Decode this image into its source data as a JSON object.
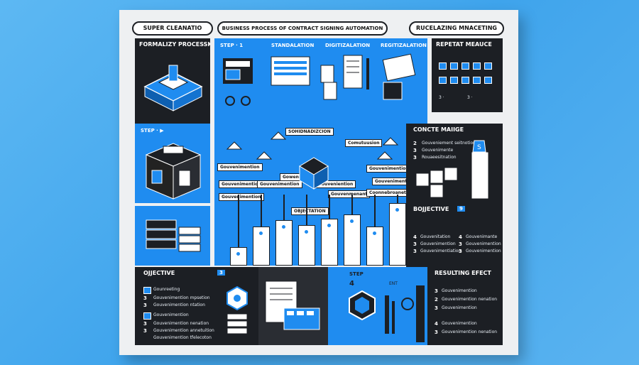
{
  "header": {
    "left": "SUPER CLEANATIO",
    "center": "BUSINESS PROCESS OF CONTRACT SIGNING AUTOMATION",
    "right": "RUCELAZING MNACETING"
  },
  "top_strip": {
    "formalize": "FORMALIZY PROCESSK",
    "step1": "STEP · 1",
    "standalation": "STANDALATION",
    "digitization": "DIGITIZALATION",
    "registration": "REGITIZALATION"
  },
  "repetat": {
    "title": "REPETAT MEAUCE",
    "row1": "3 ·",
    "row2": "3 ·"
  },
  "concrete": {
    "title": "CONCTE MAIIGE",
    "items": [
      "Gouveniement seitnotion",
      "Gouvenimente",
      "Rouaeesitnation"
    ],
    "nums": [
      "2",
      "3",
      "3"
    ]
  },
  "left_step": {
    "label": "STEP · ▶"
  },
  "center": {
    "sub_label": "SOHIDNADIZCION",
    "obj_label": "OBJECTATION",
    "tags": [
      "Comutuusion",
      "Gouvenimention",
      "Gouvenimention",
      "Gouvenimention",
      "Gouveniention",
      "Gouvenimention",
      "Goweniement",
      "Gouvenimention",
      "Gouvenmenant",
      "Coonnebroanet",
      "Gouvenimention"
    ]
  },
  "bojective": {
    "title": "BOJJECTIVE",
    "badge": "9",
    "nums": [
      "4",
      "3",
      "3",
      "4",
      "3",
      "3"
    ],
    "items": [
      "Gouvenitation",
      "Gouvenimention",
      "Gouvenimentiation",
      "Gouvenimante",
      "Gouvenimention",
      "Gouvenimention"
    ]
  },
  "objective": {
    "title": "OJJECTIVE",
    "badge": "3",
    "items": [
      "Gounreeting",
      "Gouvenimention mpsetion",
      "Gouvenimention ntation",
      "Gouvenimention",
      "Gouvenimention nenation",
      "Gouvenimention annetuition",
      "Gouvenimention tfelecoton"
    ],
    "nums": [
      "3",
      "3",
      "3",
      "3"
    ]
  },
  "bottom_step": {
    "label": "STEP",
    "num": "4",
    "small": "ENT"
  },
  "resulting": {
    "title": "RESULTING EFECT",
    "nums": [
      "3",
      "2",
      "3",
      "4",
      "3"
    ],
    "items": [
      "Gouvenimention",
      "Gouvenimention nenation",
      "Gouvenimention",
      "Gouvenimention",
      "Gouvenimention nenation"
    ]
  },
  "chart_data": {
    "type": "bar",
    "values": [
      22,
      48,
      56,
      50,
      58,
      64,
      48,
      78
    ],
    "ylim": [
      0,
      100
    ]
  }
}
